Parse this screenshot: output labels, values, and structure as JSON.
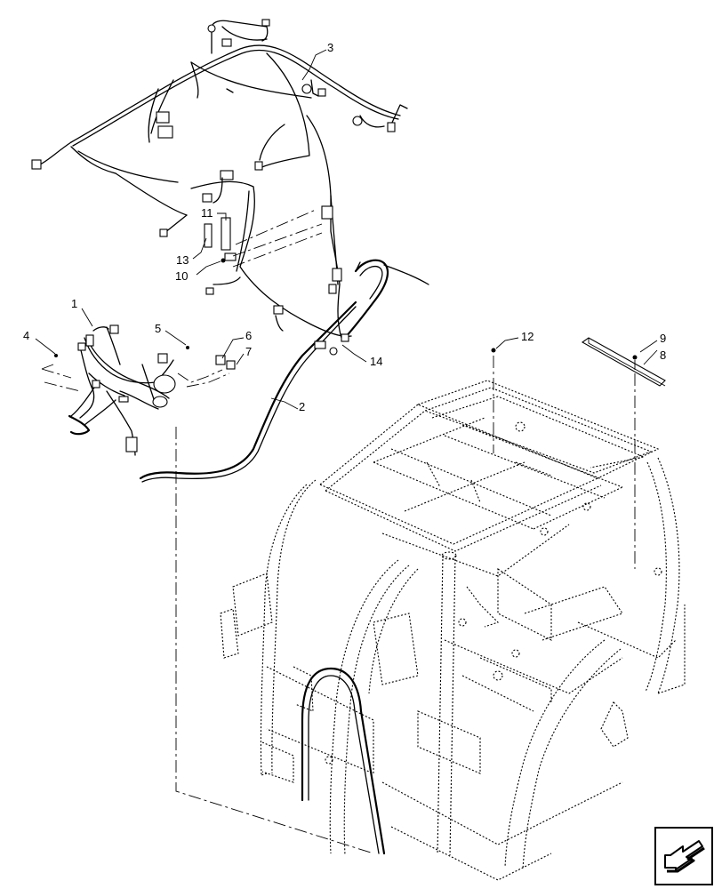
{
  "diagram": {
    "callouts": [
      {
        "id": "c1",
        "text": "1"
      },
      {
        "id": "c2",
        "text": "2"
      },
      {
        "id": "c3",
        "text": "3"
      },
      {
        "id": "c4",
        "text": "4"
      },
      {
        "id": "c5",
        "text": "5"
      },
      {
        "id": "c6",
        "text": "6"
      },
      {
        "id": "c7",
        "text": "7"
      },
      {
        "id": "c8",
        "text": "8"
      },
      {
        "id": "c9",
        "text": "9"
      },
      {
        "id": "c10",
        "text": "10"
      },
      {
        "id": "c11",
        "text": "11"
      },
      {
        "id": "c12",
        "text": "12"
      },
      {
        "id": "c13",
        "text": "13"
      },
      {
        "id": "c14",
        "text": "14"
      }
    ]
  },
  "navigation": {
    "icon": "next-page-arrow-icon"
  }
}
